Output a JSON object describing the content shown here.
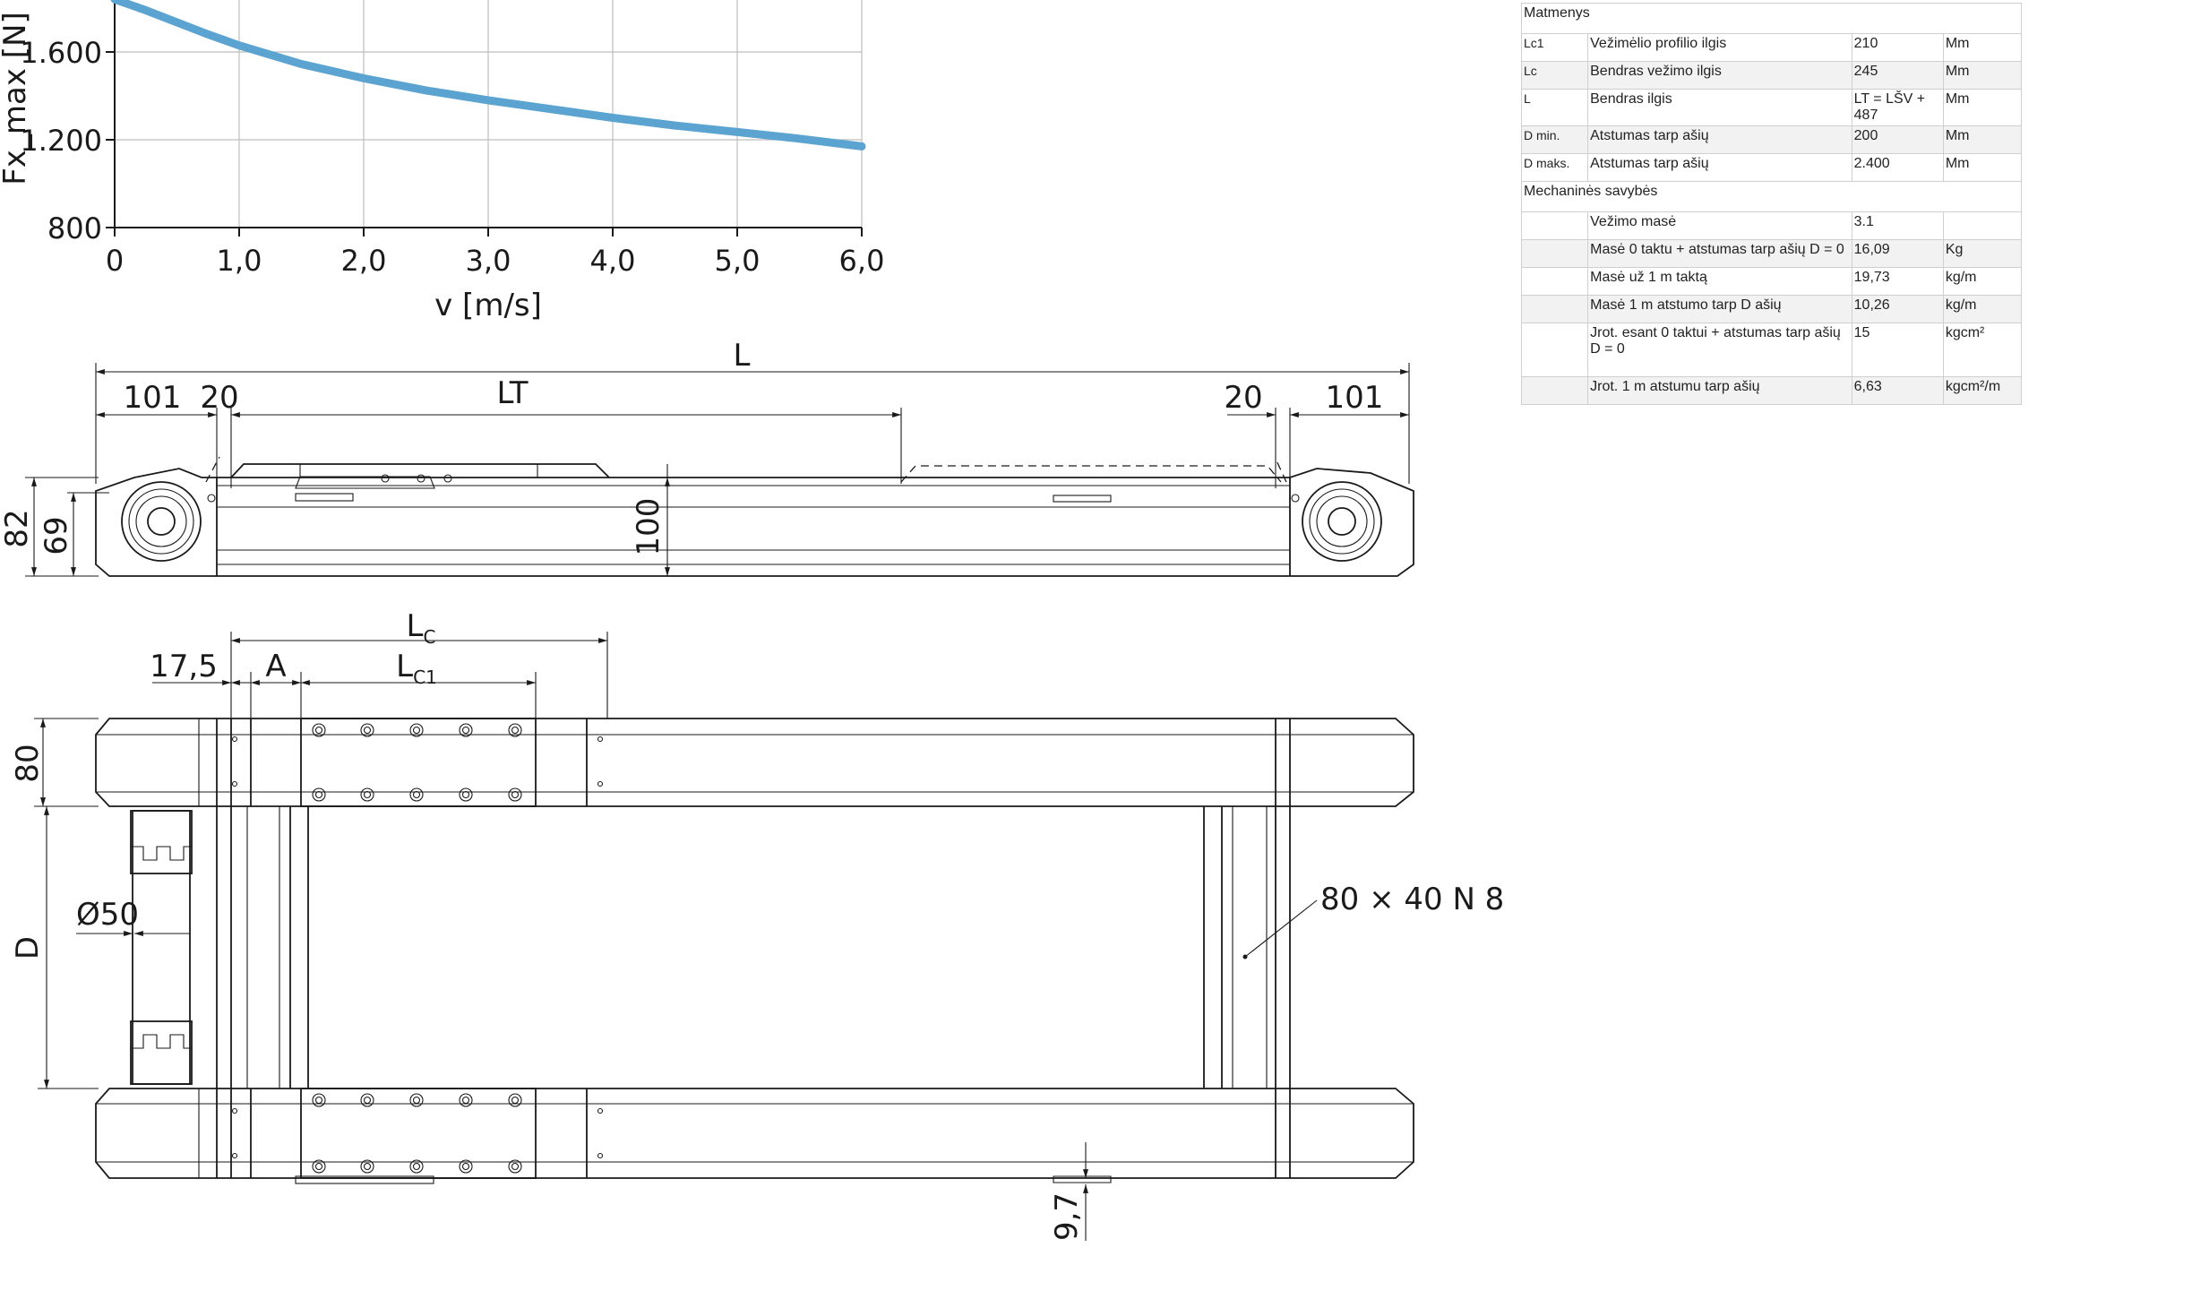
{
  "chart_data": {
    "type": "line",
    "xlabel": "v [m/s]",
    "ylabel": "Fx_max [N]",
    "xlim": [
      0,
      6
    ],
    "ylim": [
      800,
      1900
    ],
    "x_ticks": [
      "0",
      "1,0",
      "2,0",
      "3,0",
      "4,0",
      "5,0",
      "6,0"
    ],
    "y_ticks": [
      "800",
      "1.200",
      "1.600"
    ],
    "grid": true,
    "series": [
      {
        "color": "#5ba3d0",
        "x": [
          0,
          0.25,
          0.5,
          0.75,
          1.0,
          1.5,
          2.0,
          2.5,
          3.0,
          3.5,
          4.0,
          4.5,
          5.0,
          5.5,
          6.0
        ],
        "y": [
          1840,
          1790,
          1735,
          1680,
          1630,
          1545,
          1480,
          1425,
          1380,
          1340,
          1300,
          1265,
          1235,
          1205,
          1170
        ]
      }
    ]
  },
  "drawing": {
    "side": {
      "L": "L",
      "L101": "101",
      "L20": "20",
      "LT": "LT",
      "R20": "20",
      "R101": "101",
      "h82": "82",
      "h69": "69",
      "h100": "100"
    },
    "top": {
      "Lc": "L",
      "Lc_sub": "C",
      "d175": "17,5",
      "A": "A",
      "Lc1": "L",
      "Lc1_sub": "C1",
      "h80": "80",
      "D": "D",
      "phi50": "Ø50",
      "profile": "80 × 40 N 8",
      "d97": "9,7"
    }
  },
  "table": {
    "section1": "Matmenys",
    "rows1": [
      {
        "sym": "Lc1",
        "desc": "Vežimėlio profilio ilgis",
        "val": "210",
        "unit": "Mm"
      },
      {
        "sym": "Lc",
        "desc": "Bendras vežimo ilgis",
        "val": "245",
        "unit": "Mm"
      },
      {
        "sym": "L",
        "desc": "Bendras ilgis",
        "val": "LT = LŠV + 487",
        "unit": "Mm"
      },
      {
        "sym": "D min.",
        "desc": "Atstumas tarp ašių",
        "val": "200",
        "unit": "Mm"
      },
      {
        "sym": "D maks.",
        "desc": "Atstumas tarp ašių",
        "val": "2.400",
        "unit": "Mm"
      }
    ],
    "section2": "Mechaninės savybės",
    "rows2": [
      {
        "sym": "",
        "desc": "Vežimo masė",
        "val": "3.1",
        "unit": ""
      },
      {
        "sym": "",
        "desc": "Masė 0 taktu + atstumas tarp ašių D = 0",
        "val": "16,09",
        "unit": "Kg"
      },
      {
        "sym": "",
        "desc": "Masė už 1 m taktą",
        "val": "19,73",
        "unit": "kg/m"
      },
      {
        "sym": "",
        "desc": "Masė 1 m atstumo tarp D ašių",
        "val": "10,26",
        "unit": "kg/m"
      },
      {
        "sym": "",
        "desc": "Jrot. esant 0 taktui + atstumas tarp ašių D = 0",
        "val": "15",
        "unit": "kgcm²"
      },
      {
        "sym": "",
        "desc": "Jrot. 1 m atstumu tarp ašių",
        "val": "6,63",
        "unit": "kgcm²/m"
      }
    ]
  }
}
